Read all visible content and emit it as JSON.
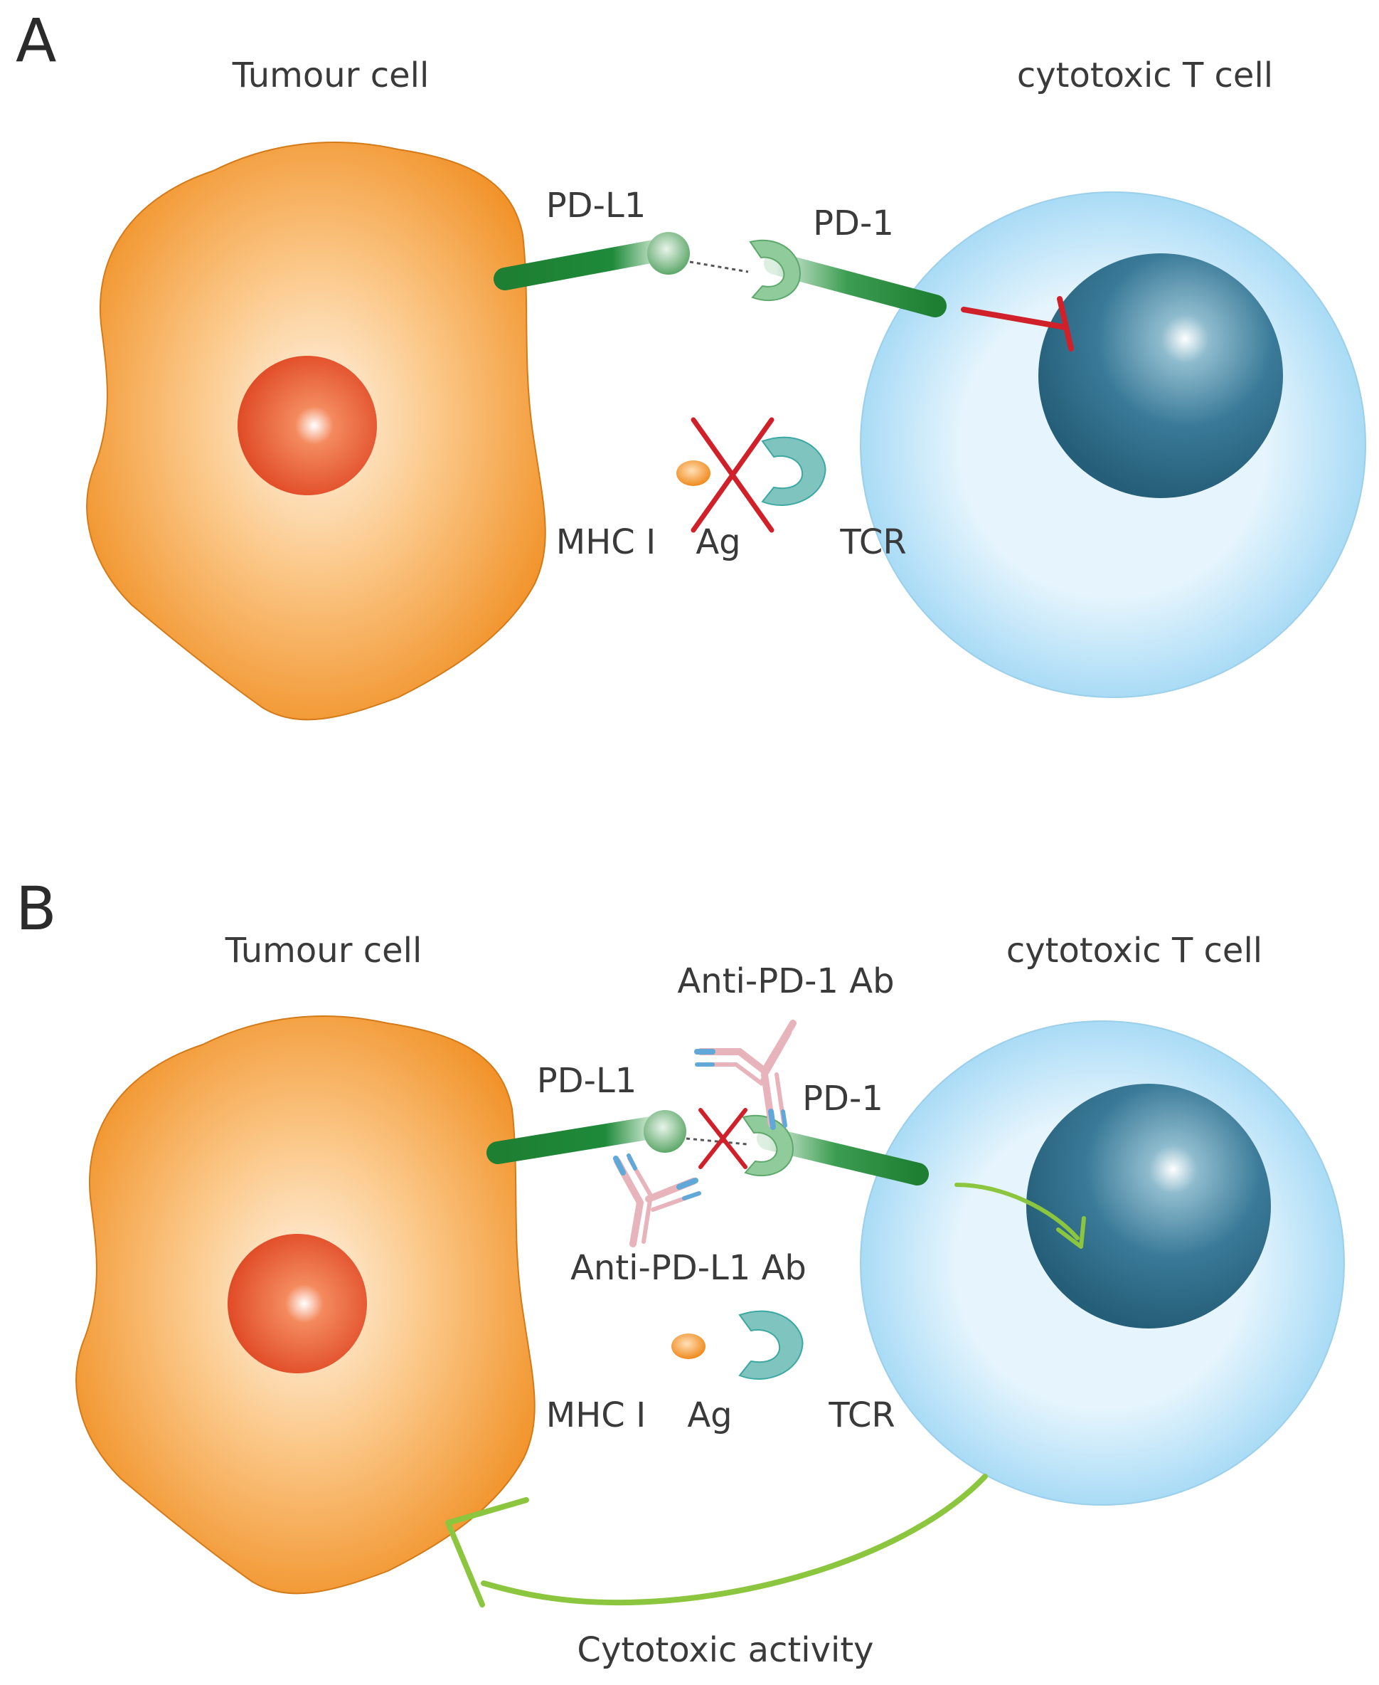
{
  "panels": [
    {
      "letter": "A",
      "tumour_label": "Tumour cell",
      "tcell_label": "cytotoxic T cell",
      "pdl1_label": "PD-L1",
      "pd1_label": "PD-1",
      "mhc_label": "MHC I",
      "ag_label": "Ag",
      "tcr_label": "TCR"
    },
    {
      "letter": "B",
      "tumour_label": "Tumour cell",
      "tcell_label": "cytotoxic T cell",
      "pdl1_label": "PD-L1",
      "pd1_label": "PD-1",
      "mhc_label": "MHC I",
      "ag_label": "Ag",
      "tcr_label": "TCR",
      "anti_pd1_label": "Anti-PD-1 Ab",
      "anti_pdl1_label": "Anti-PD-L1 Ab",
      "activity_label": "Cytotoxic activity"
    }
  ],
  "colors": {
    "tumour": "#F59A2E",
    "tumour_nucleus": "#E8502A",
    "tcell_outer": "#BFE3F7",
    "tcell_nucleus": "#2F6F8C",
    "receptor_green": "#1E8A3A",
    "mhc_blue": "#2E9BD6",
    "tcr_teal": "#2A9A94",
    "inhibit_red": "#D0212B",
    "activation_green": "#8CC63F",
    "antibody_pink": "#E8B4BC"
  }
}
